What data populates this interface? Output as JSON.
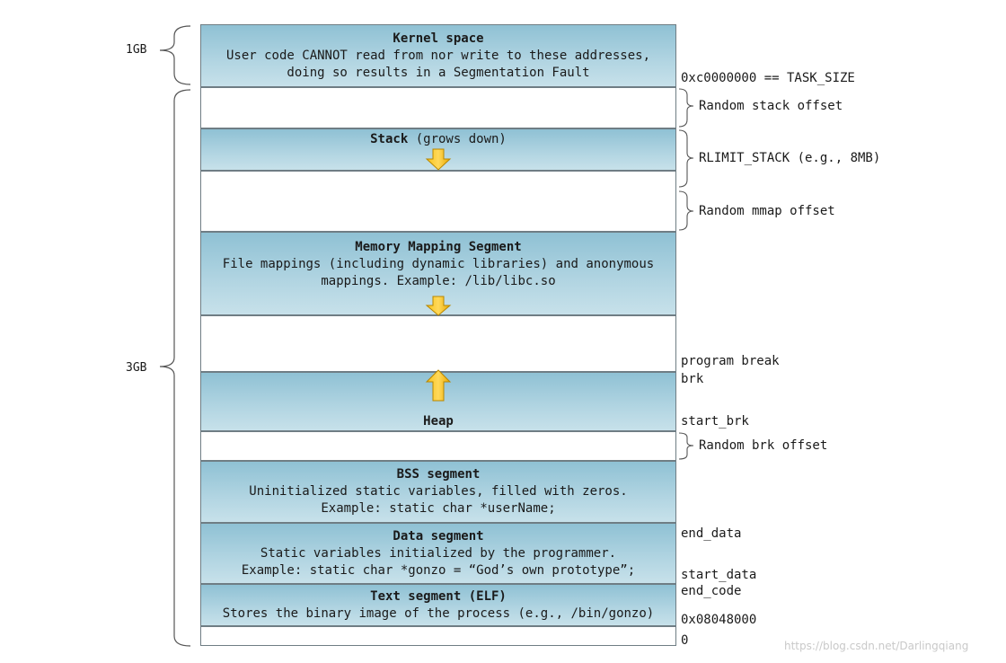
{
  "left_braces": [
    {
      "label": "1GB"
    },
    {
      "label": "3GB"
    }
  ],
  "segments": {
    "kernel": {
      "title": "Kernel space",
      "line1": "User code CANNOT read from nor write to these addresses,",
      "line2": "doing so results in a Segmentation Fault"
    },
    "stack": {
      "title": "Stack",
      "suffix": " (grows down)"
    },
    "mmap": {
      "title": "Memory Mapping Segment",
      "line1": "File mappings (including dynamic libraries) and anonymous",
      "line2": "mappings. Example: /lib/libc.so"
    },
    "heap": {
      "title": "Heap"
    },
    "bss": {
      "title": "BSS segment",
      "line1": "Uninitialized static variables, filled with zeros.",
      "line2": "Example: static char *userName;"
    },
    "data": {
      "title": "Data segment",
      "line1": "Static variables initialized by the programmer.",
      "line2": "Example: static char *gonzo = “God’s own prototype”;"
    },
    "text": {
      "title": "Text segment (ELF)",
      "line1": "Stores the binary image of the process (e.g., /bin/gonzo)"
    }
  },
  "right_labels": {
    "task_size": "0xc0000000 == TASK_SIZE",
    "random_stack": "Random stack offset",
    "rlimit_stack": "RLIMIT_STACK (e.g., 8MB)",
    "random_mmap": "Random mmap offset",
    "program_break": "program break",
    "brk": "brk",
    "start_brk": "start_brk",
    "random_brk": "Random brk offset",
    "end_data": "end_data",
    "start_data": "start_data",
    "end_code": "end_code",
    "text_addr": "0x08048000",
    "zero": "0"
  },
  "watermark": "https://blog.csdn.net/Darlingqiang",
  "colors": {
    "segment_fill": "#a6cfdf",
    "border": "#6f7d84",
    "arrow": "#f5b400"
  }
}
